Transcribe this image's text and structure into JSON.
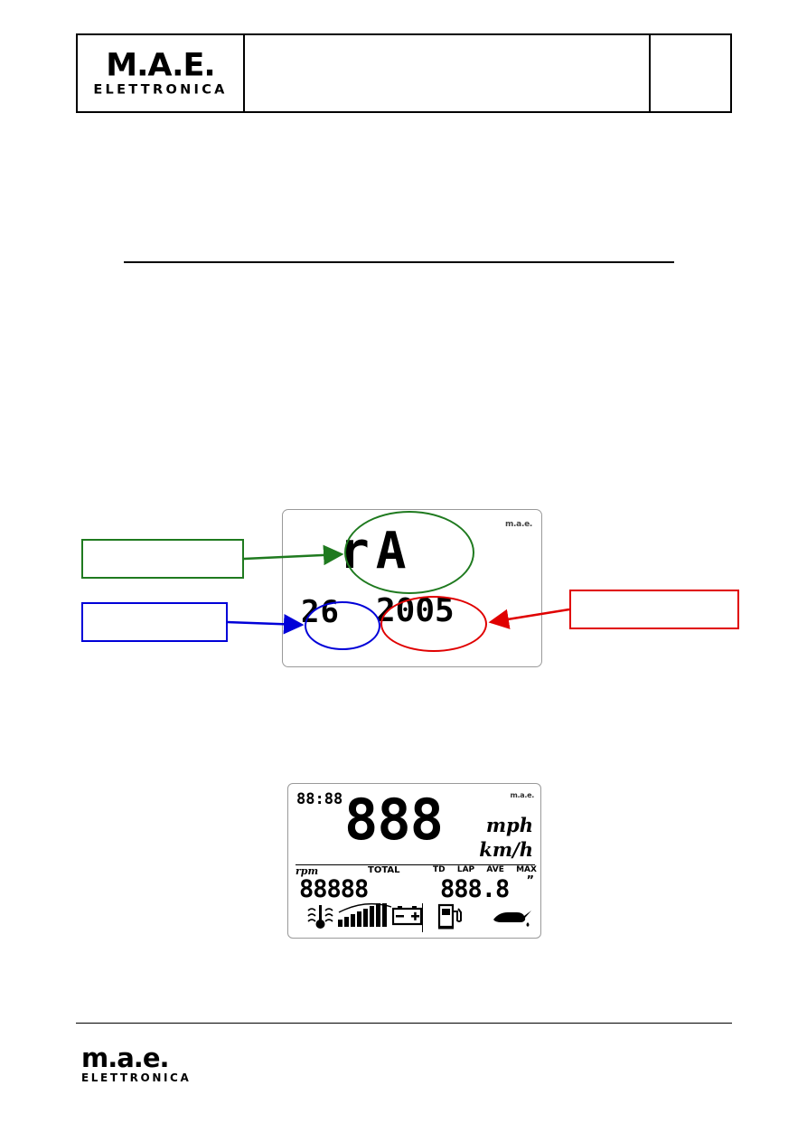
{
  "header": {
    "logo_main": "M.A.E.",
    "logo_sub": "ELETTRONICA",
    "middle_cell": "",
    "right_cell": ""
  },
  "footer": {
    "logo_main": "m.a.e.",
    "logo_sub": "ELETTRONICA"
  },
  "figure1": {
    "lcd": {
      "brand_mark": "m.a.e.",
      "top_value": "rA",
      "left_value": "26",
      "right_value": "2005"
    },
    "callouts": {
      "green_label": "",
      "blue_label": "",
      "red_label": ""
    },
    "colors": {
      "green": "#1f7a1f",
      "blue": "#0000d8",
      "red": "#e00000"
    }
  },
  "figure2": {
    "brand_mark": "m.a.e.",
    "clock": "88:88",
    "speed": "888",
    "unit_mph": "mph",
    "unit_kmh": "km/h",
    "label_rpm": "rpm",
    "label_total": "TOTAL",
    "label_td": "TD",
    "label_lap": "LAP",
    "label_ave": "AVE",
    "label_max": "MAX",
    "odometer": "88888",
    "lap_value": "888.8",
    "seconds_mark": "”",
    "icons": [
      "coolant-temp-icon",
      "rpm-bargraph-icon",
      "battery-icon",
      "fuel-pump-icon",
      "oil-can-icon"
    ]
  }
}
